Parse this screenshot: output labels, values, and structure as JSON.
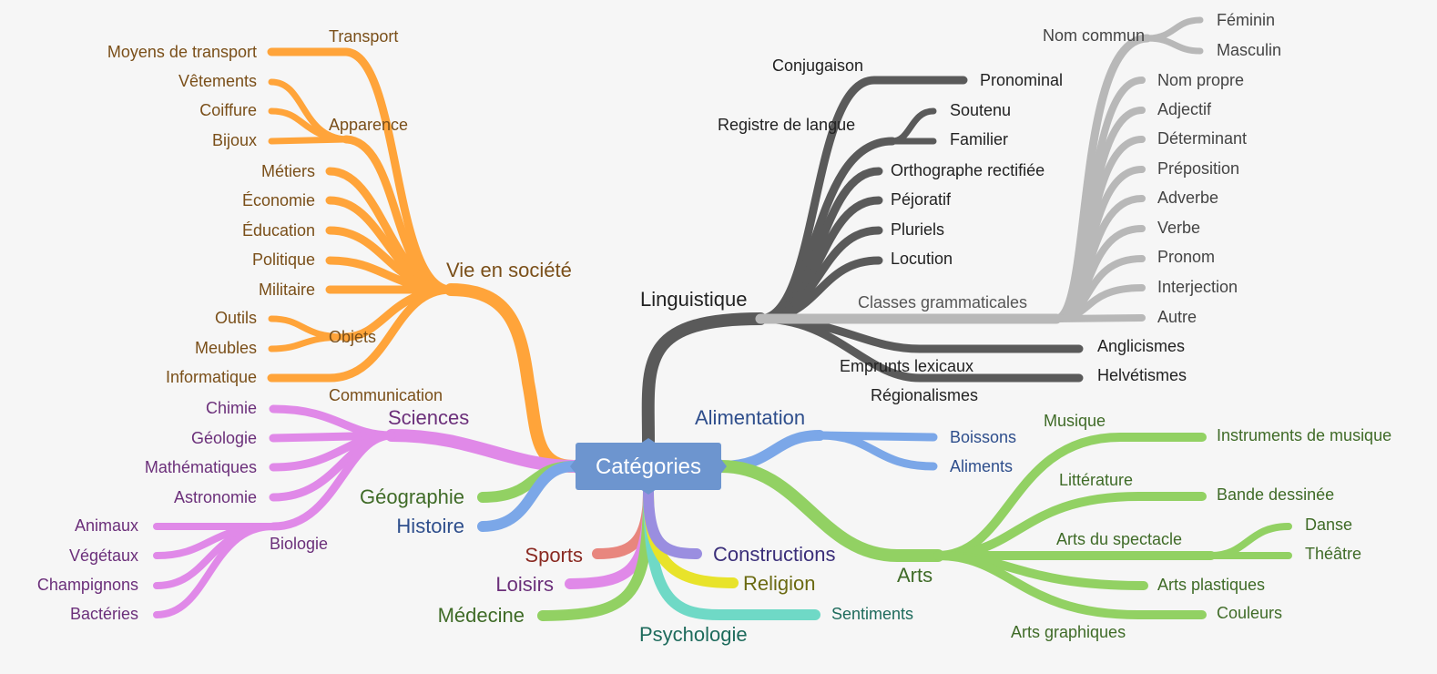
{
  "root": "Catégories",
  "colors": {
    "orange": "#FFA43A",
    "orange_text": "#7A4F19",
    "gray_dark": "#5A5A5A",
    "gray_light": "#B8B8B8",
    "purple": "#E089E8",
    "purple_text": "#6B2F7A",
    "blue": "#7BA7E8",
    "blue_text": "#2E4E8C",
    "green": "#92D163",
    "green_text": "#3F6B27",
    "root_bg": "#6D95CF"
  },
  "branches": {
    "vie_en_societe": {
      "label": "Vie en société",
      "transport": "Transport",
      "moyens_de_transport": "Moyens de transport",
      "apparence": "Apparence",
      "vetements": "Vêtements",
      "coiffure": "Coiffure",
      "bijoux": "Bijoux",
      "metiers": "Métiers",
      "economie": "Économie",
      "education": "Éducation",
      "politique": "Politique",
      "militaire": "Militaire",
      "objets": "Objets",
      "outils": "Outils",
      "meubles": "Meubles",
      "communication": "Communication",
      "informatique": "Informatique"
    },
    "sciences": {
      "label": "Sciences",
      "chimie": "Chimie",
      "geologie": "Géologie",
      "mathematiques": "Mathématiques",
      "astronomie": "Astronomie",
      "biologie": "Biologie",
      "animaux": "Animaux",
      "vegetaux": "Végétaux",
      "champignons": "Champignons",
      "bacteries": "Bactéries"
    },
    "geographie": "Géographie",
    "histoire": "Histoire",
    "sports": "Sports",
    "loisirs": "Loisirs",
    "medecine": "Médecine",
    "psychologie": "Psychologie",
    "sentiments": "Sentiments",
    "religion": "Religion",
    "constructions": "Constructions",
    "linguistique": {
      "label": "Linguistique",
      "conjugaison": "Conjugaison",
      "pronominal": "Pronominal",
      "registre_de_langue": "Registre de langue",
      "soutenu": "Soutenu",
      "familier": "Familier",
      "orthographe_rectifiee": "Orthographe rectifiée",
      "pejoratif": "Péjoratif",
      "pluriels": "Pluriels",
      "locution": "Locution",
      "emprunts_lexicaux": "Emprunts lexicaux",
      "anglicismes": "Anglicismes",
      "regionalismes": "Régionalismes",
      "helvetismes": "Helvétismes",
      "classes_grammaticales": "Classes grammaticales",
      "nom_commun": "Nom commun",
      "feminin": "Féminin",
      "masculin": "Masculin",
      "nom_propre": "Nom propre",
      "adjectif": "Adjectif",
      "determinant": "Déterminant",
      "preposition": "Préposition",
      "adverbe": "Adverbe",
      "verbe": "Verbe",
      "pronom": "Pronom",
      "interjection": "Interjection",
      "autre": "Autre"
    },
    "alimentation": {
      "label": "Alimentation",
      "boissons": "Boissons",
      "aliments": "Aliments"
    },
    "arts": {
      "label": "Arts",
      "musique": "Musique",
      "instruments_de_musique": "Instruments de musique",
      "litterature": "Littérature",
      "bande_dessinee": "Bande dessinée",
      "arts_du_spectacle": "Arts du spectacle",
      "danse": "Danse",
      "theatre": "Théâtre",
      "arts_plastiques": "Arts plastiques",
      "arts_graphiques": "Arts graphiques",
      "couleurs": "Couleurs"
    }
  }
}
